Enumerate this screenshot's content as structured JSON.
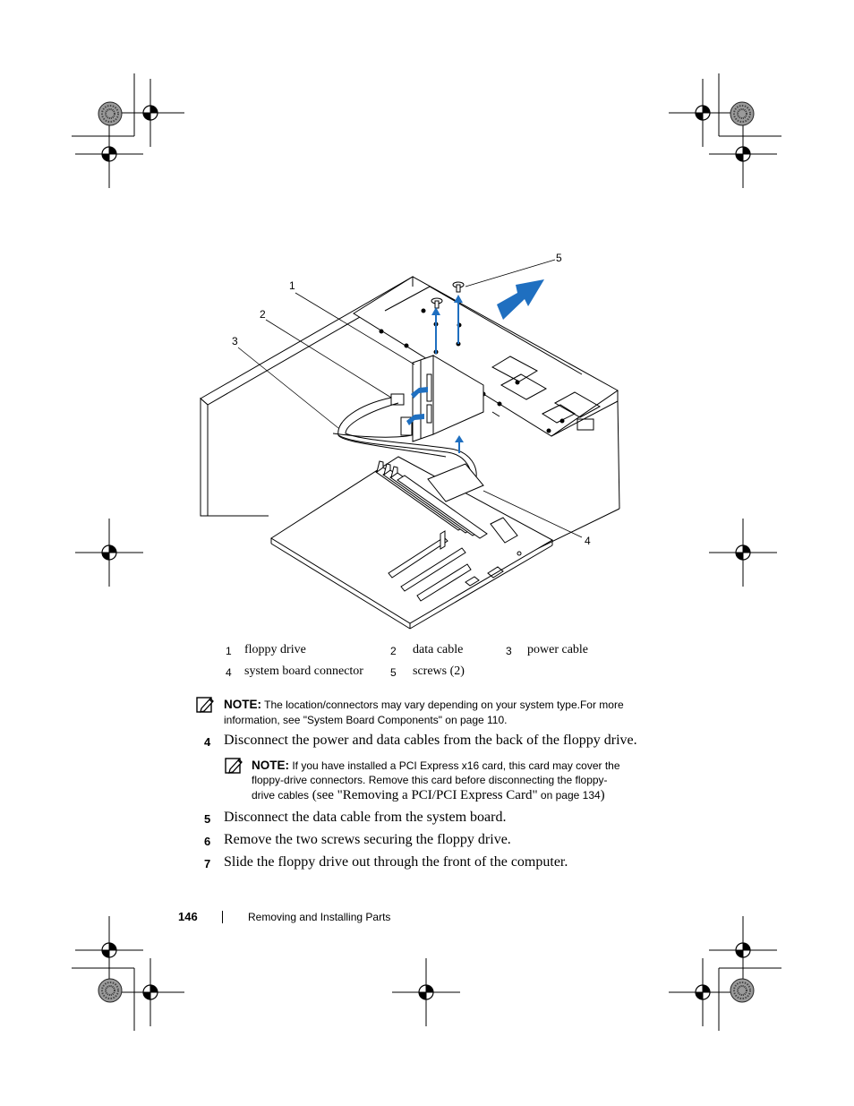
{
  "figure": {
    "callouts": [
      "1",
      "2",
      "3",
      "4",
      "5"
    ]
  },
  "legend": [
    {
      "num": "1",
      "label": "floppy drive"
    },
    {
      "num": "2",
      "label": "data cable"
    },
    {
      "num": "3",
      "label": "power cable"
    },
    {
      "num": "4",
      "label": "system board connector"
    },
    {
      "num": "5",
      "label": "screws (2)"
    }
  ],
  "note1": {
    "label": "NOTE:",
    "line1": "The location/connectors may vary depending on your system type.For more",
    "line2": "information, see \"System Board Components\" on page 110."
  },
  "steps": [
    {
      "num": "4",
      "text": "Disconnect the power and data cables from the back of the floppy drive."
    },
    {
      "num": "5",
      "text": "Disconnect the data cable from the system board."
    },
    {
      "num": "6",
      "text": "Remove the two screws securing the floppy drive."
    },
    {
      "num": "7",
      "text": "Slide the floppy drive out through the front of the computer."
    }
  ],
  "note2": {
    "label": "NOTE:",
    "line1": "If you have installed a PCI Express x16 card, this card may cover the",
    "line2": "floppy-drive connectors. Remove this card before disconnecting the floppy-",
    "line3a": "drive cables",
    "line3b": " (see \"Removing a PCI/PCI Express Card\"",
    "line3c": " on page 134",
    "line3d": ")"
  },
  "footer": {
    "page_number": "146",
    "section_title": "Removing and Installing Parts"
  },
  "colors": {
    "arrow_blue": "#1f6fc0",
    "line": "#000000"
  }
}
